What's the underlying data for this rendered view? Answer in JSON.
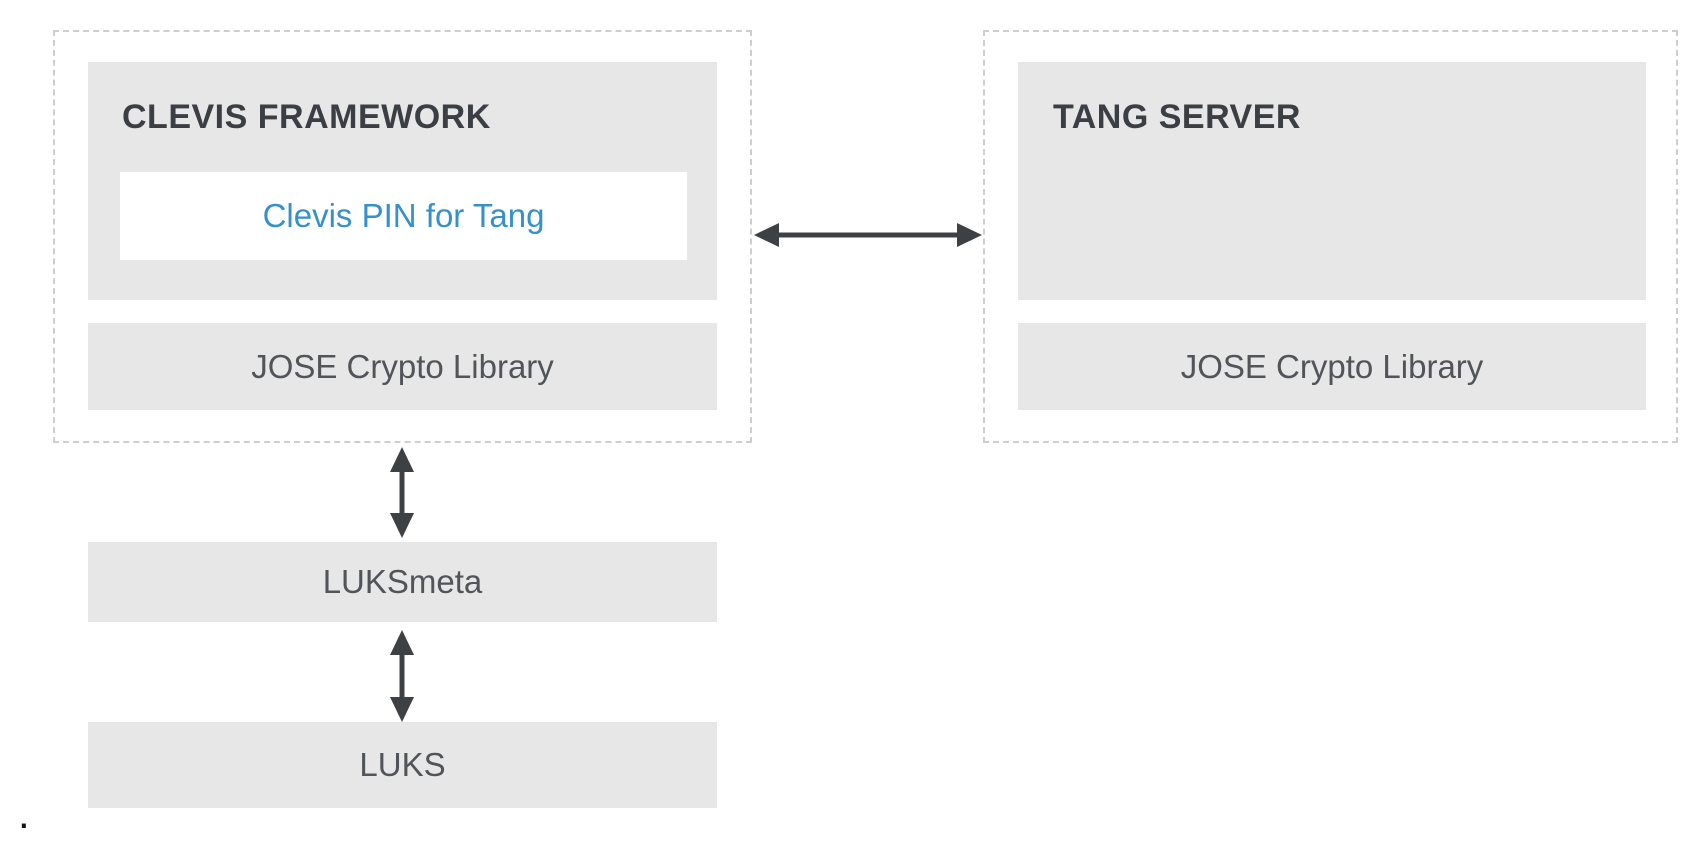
{
  "diagram": {
    "clevis_framework": {
      "title": "CLEVIS FRAMEWORK",
      "pin_label": "Clevis PIN for Tang",
      "jose_label": "JOSE Crypto Library"
    },
    "tang_server": {
      "title": "TANG SERVER",
      "jose_label": "JOSE Crypto Library"
    },
    "luksmeta_label": "LUKSmeta",
    "luks_label": "LUKS",
    "stray_period": "."
  },
  "colors": {
    "background": "#ffffff",
    "box_gray": "#e7e7e7",
    "dashed_border": "#cecece",
    "title_text": "#3b3e43",
    "label_text": "#515458",
    "pin_blue": "#3690c9",
    "arrow": "#3e4144"
  }
}
